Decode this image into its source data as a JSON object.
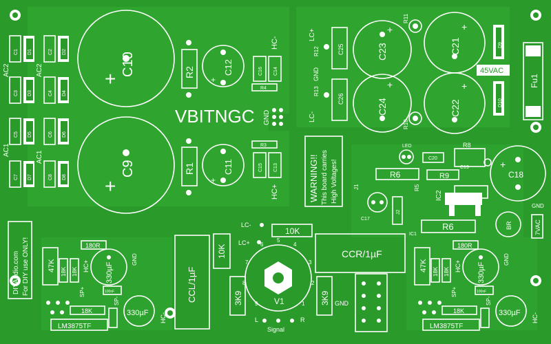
{
  "board": {
    "name": "VBITNGC",
    "warning": [
      "WARNING!!",
      "This board carries",
      "High Voltages!"
    ],
    "diyaudio": [
      "DIYAudio.com",
      "For DIY use ONLY!"
    ],
    "colors": {
      "board": "#2a9a2a",
      "copper": "#36b336",
      "silk": "#ffffff"
    }
  },
  "left_section": {
    "ac_labels": [
      "AC2",
      "AC2",
      "AC1",
      "AC1"
    ],
    "caps": [
      "C1",
      "C2",
      "C3",
      "C4",
      "C5",
      "C6",
      "C7",
      "C8"
    ],
    "diodes": [
      "D1",
      "D2",
      "D3",
      "D4",
      "D5",
      "D6",
      "D7",
      "D8"
    ],
    "big_caps": [
      "C10",
      "C9"
    ],
    "resistors": [
      "R2",
      "R1"
    ],
    "small_caps": [
      "C12",
      "C11"
    ],
    "film": [
      "C16",
      "C14",
      "C15",
      "C13"
    ],
    "r_small": [
      "R4",
      "R3"
    ],
    "hc_minus": "HC-",
    "hc_plus": "HC+",
    "gnd": "GND"
  },
  "right_top": {
    "lc_plus": "LC+",
    "lc_minus": "LC-",
    "gnd": "GND",
    "r_labels": [
      "R12",
      "R13",
      "R11",
      "R10"
    ],
    "film": [
      "C25",
      "C26"
    ],
    "big": [
      "C23",
      "C24",
      "C21",
      "C22"
    ],
    "diodes": [
      "D9",
      "D10"
    ],
    "volt": "45VAC",
    "fuse": "Fu1"
  },
  "center": {
    "tube": "V1",
    "pins": [
      "1",
      "2",
      "3",
      "4",
      "5",
      "6",
      "7",
      "8",
      "9"
    ],
    "r10k_a": "10K",
    "r10k_b": "10K",
    "r3k9_a": "3K9",
    "r3k9_b": "3K9",
    "ccl": "CCL/1µF",
    "ccr": "CCR/1µF",
    "lc_minus": "LC-",
    "lc_plus": "LC+",
    "gnd": "GND",
    "l": "L",
    "r": "R",
    "signal": "Signal"
  },
  "regulator": {
    "led": "LED",
    "c20": "C20",
    "r8": "R8",
    "r6a": "R6",
    "r9": "R9",
    "c19": "C19",
    "c18": "C18",
    "j1": "J1",
    "r5": "R5",
    "ic2": "IC2",
    "c17": "C17",
    "j2": "J2",
    "ic1": "IC1",
    "r6b": "R6",
    "br": "BR",
    "gnd": "GND",
    "vac": "7VAC"
  },
  "amp_left": {
    "r180": "180R",
    "r47k": "47K",
    "r18a": "18K",
    "r18b": "18K",
    "hcp": "HC+",
    "c330a": "330µF",
    "gnd": "GND",
    "sp_plus": "SP+",
    "sp_minus": "SP-",
    "r18c": "18K",
    "c100": "100nF",
    "c330b": "330µF",
    "hcm": "HC-",
    "chip": "LM3875TF"
  },
  "amp_right": {
    "r180": "180R",
    "r47k": "47K",
    "r18a": "18K",
    "r18b": "18K",
    "hcp": "HC+",
    "c330a": "330µF",
    "gnd": "GND",
    "sp_plus": "SP+",
    "sp_minus": "SP-",
    "r18c": "18K",
    "c100": "100nF",
    "c330b": "330µF",
    "hcm": "HC-",
    "chip": "LM3875TF"
  }
}
